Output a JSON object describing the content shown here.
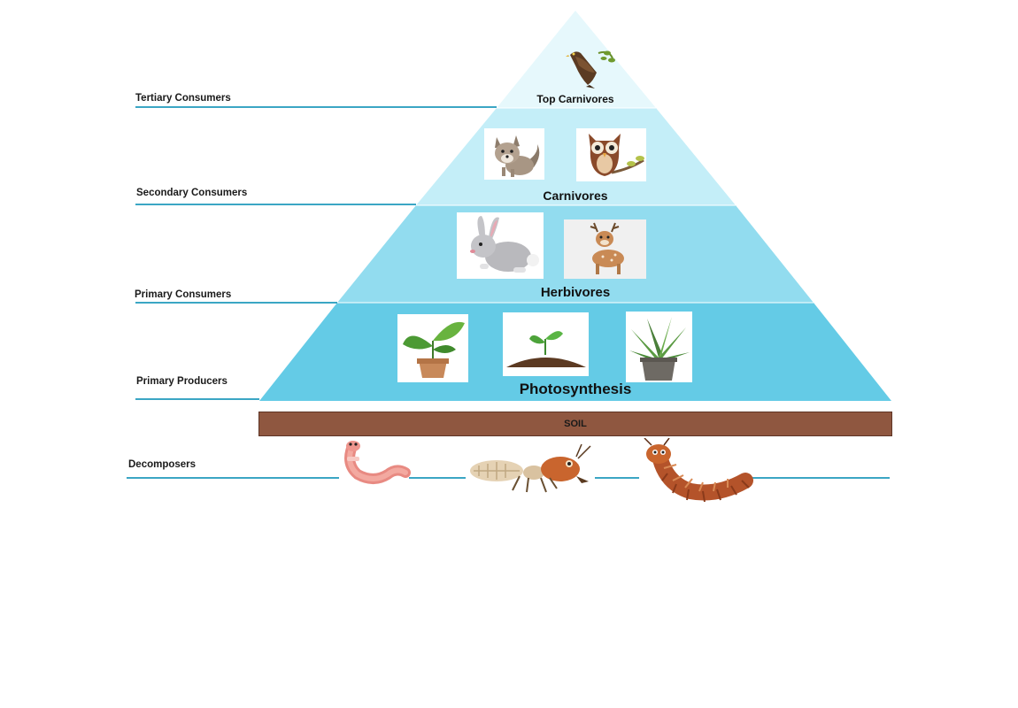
{
  "pyramid": {
    "levels": [
      {
        "side_label": "Tertiary Consumers",
        "tier_label": "Top Carnivores",
        "icons": [
          "hawk-icon"
        ],
        "color": "#e6f8fc"
      },
      {
        "side_label": "Secondary Consumers",
        "tier_label": "Carnivores",
        "icons": [
          "fox-icon",
          "owl-icon"
        ],
        "color": "#c4eef8"
      },
      {
        "side_label": "Primary Consumers",
        "tier_label": "Herbivores",
        "icons": [
          "rabbit-icon",
          "deer-icon"
        ],
        "color": "#92dcef"
      },
      {
        "side_label": "Primary Producers",
        "tier_label": "Photosynthesis",
        "icons": [
          "potted-plant-icon",
          "sprout-icon",
          "succulent-icon"
        ],
        "color": "#64cbe6"
      }
    ]
  },
  "soil": {
    "label": "SOIL",
    "color": "#8f5740"
  },
  "decomposers": {
    "side_label": "Decomposers",
    "icons": [
      "earthworm-icon",
      "termite-icon",
      "millipede-icon"
    ]
  },
  "colors": {
    "guide_line": "#3ba6c4"
  }
}
